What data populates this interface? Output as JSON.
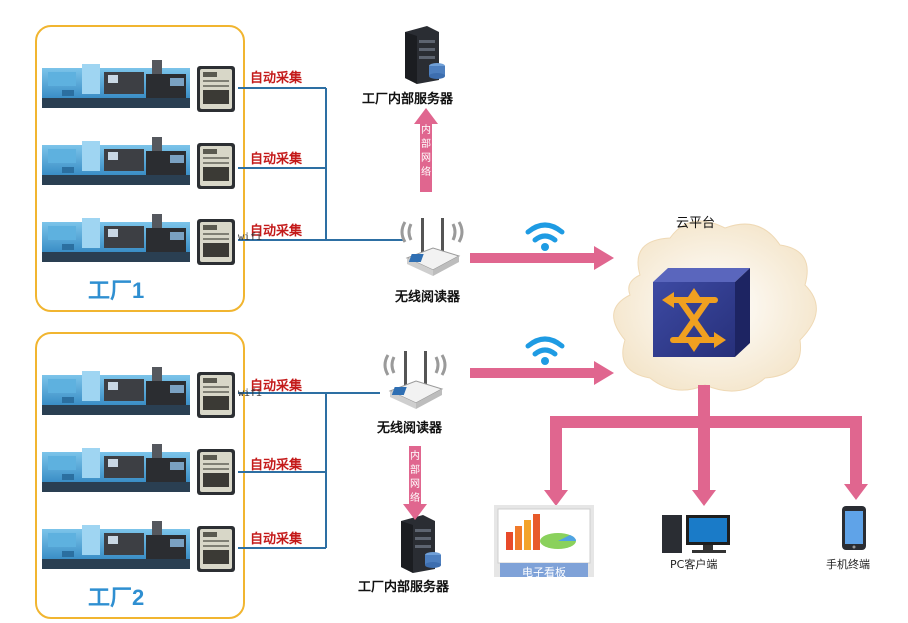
{
  "factories": [
    {
      "label": "工厂1",
      "collect_labels": [
        "自动采集",
        "自动采集",
        "自动采集"
      ],
      "wifi": "wifi"
    },
    {
      "label": "工厂2",
      "collect_labels": [
        "自动采集",
        "自动采集",
        "自动采集"
      ],
      "wifi": "wifi"
    }
  ],
  "servers": [
    {
      "label": "工厂内部服务器",
      "link_label": "内部网络"
    },
    {
      "label": "工厂内部服务器",
      "link_label": "内部网络"
    }
  ],
  "readers": [
    {
      "label": "无线阅读器"
    },
    {
      "label": "无线阅读器"
    }
  ],
  "cloud": {
    "label": "云平台"
  },
  "terminals": {
    "dashboard": "电子看板",
    "pc": "PC客户端",
    "mobile": "手机终端"
  },
  "colors": {
    "arrow": "#e0668f",
    "line": "#2d6fa3",
    "factory_border": "#f1b530",
    "factory_label": "#2f8fd1",
    "collect_text": "#c41a1a",
    "wifi_icon": "#1e9be3",
    "cloud_cube": "#2e3a8c"
  }
}
